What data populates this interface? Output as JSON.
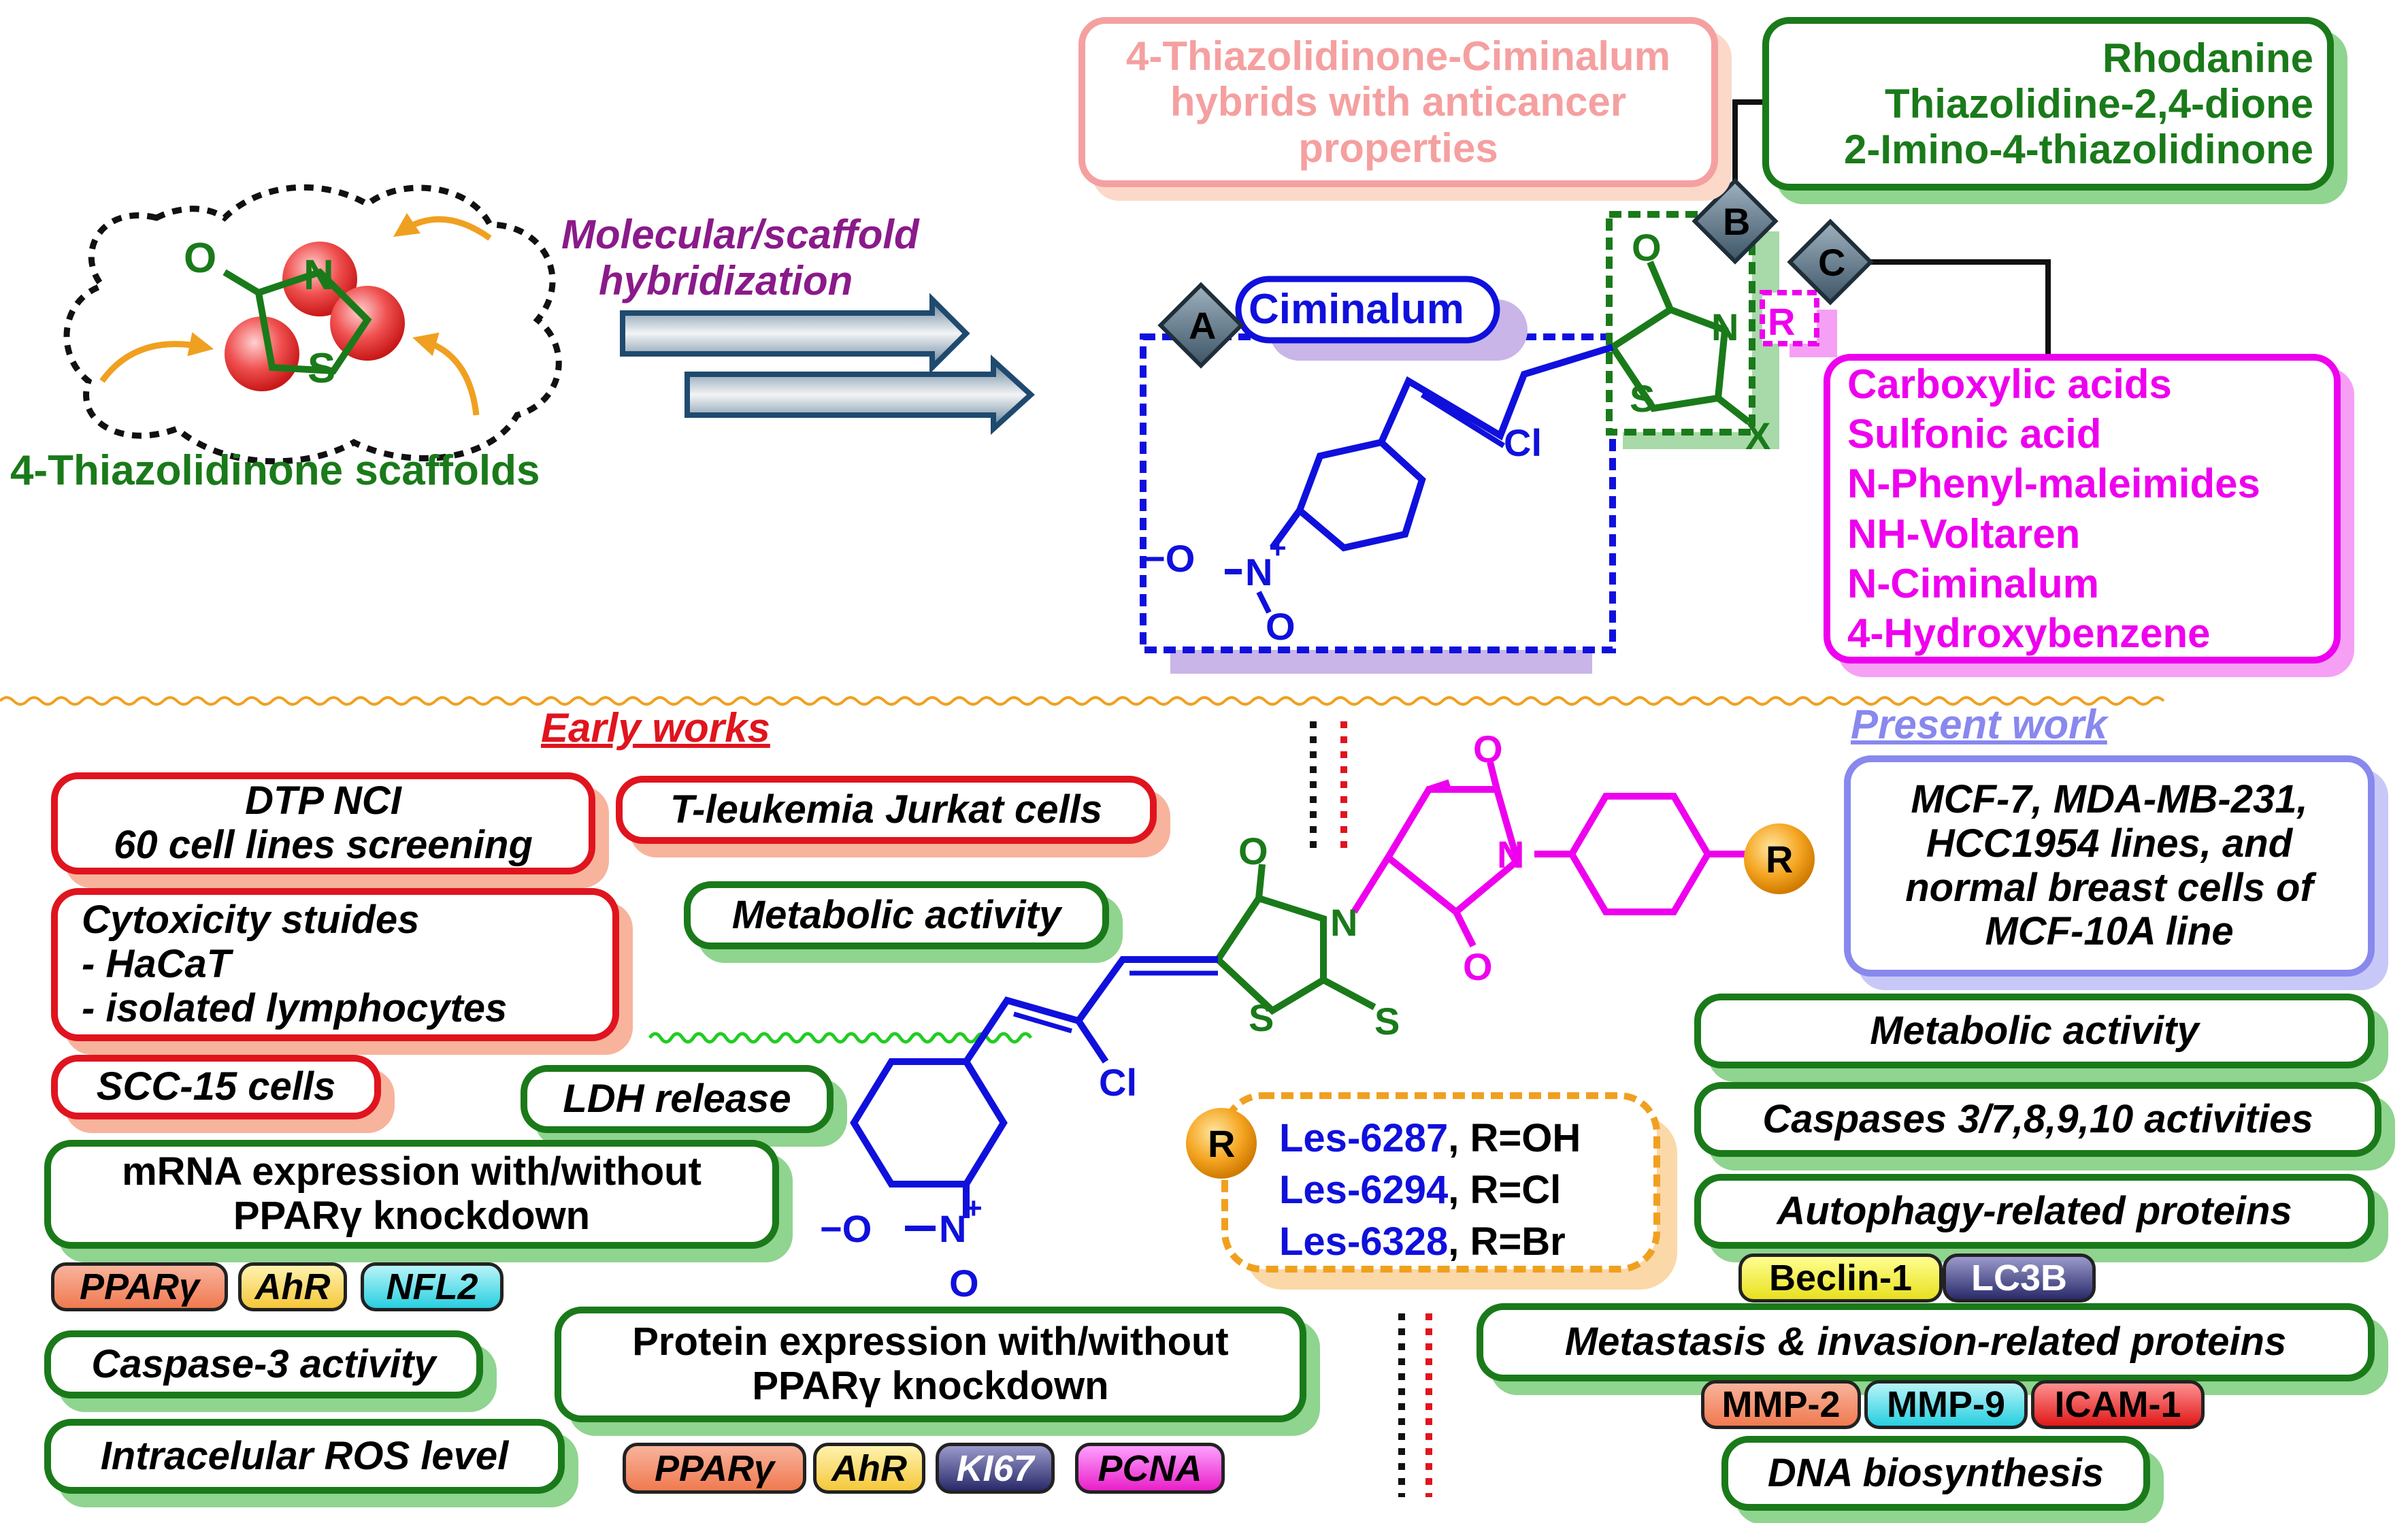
{
  "top": {
    "scaffold_label": "4-Thiazolidinone scaffolds",
    "hybridization_label": [
      "Molecular/scaffold",
      "hybridization"
    ],
    "hybrids_box": [
      "4-Thiazolidinone-Ciminalum",
      "hybrids with anticancer",
      "properties"
    ],
    "b_box": [
      "Rhodanine",
      "Thiazolidine-2,4-dione",
      "2-Imino-4-thiazolidinone"
    ],
    "c_box": [
      "Carboxylic acids",
      "Sulfonic acid",
      "N-Phenyl-maleimides",
      "NH-Voltaren",
      "N-Ciminalum",
      "4-Hydroxybenzene"
    ],
    "ciminalum_label": "Ciminalum",
    "markers": [
      "A",
      "B",
      "C"
    ],
    "r_label": "R",
    "x_label": "X"
  },
  "atoms": {
    "o": "O",
    "n": "N",
    "s": "S",
    "cl": "Cl",
    "nplus": "N",
    "plus": "+",
    "ominus": "−O"
  },
  "early": {
    "title": "Early works",
    "dtp": [
      "DTP NCI",
      "60 cell lines screening"
    ],
    "jurkat": "T-leukemia Jurkat cells",
    "cytox": [
      "Cytoxicity stuides",
      "- HaCaT",
      "- isolated lymphocytes"
    ],
    "metabolic": "Metabolic activity",
    "scc": "SCC-15 cells",
    "ldh": "LDH release",
    "mrna": [
      "mRNA expression with/without",
      "PPARγ  knockdown"
    ],
    "mrna_tags": [
      "PPARγ",
      "AhR",
      "NFL2"
    ],
    "caspase3": "Caspase-3 activity",
    "ros": "Intracelular ROS level",
    "protein": [
      "Protein expression with/without",
      "PPARγ  knockdown"
    ],
    "protein_tags": [
      "PPARγ",
      "AhR",
      "KI67",
      "PCNA"
    ]
  },
  "present": {
    "title": "Present work",
    "cells": [
      "MCF-7, MDA-MB-231,",
      "HCC1954 lines, and",
      "normal breast cells of",
      "MCF-10A line"
    ],
    "metabolic": "Metabolic activity",
    "caspases": "Caspases 3/7,8,9,10 activities",
    "autophagy": "Autophagy-related proteins",
    "autophagy_tags": [
      "Beclin-1",
      "LC3B"
    ],
    "metastasis": "Metastasis & invasion-related proteins",
    "metastasis_tags": [
      "MMP-2",
      "MMP-9",
      "ICAM-1"
    ],
    "dna": "DNA biosynthesis"
  },
  "compounds": [
    {
      "code": "Les-6287",
      "sub": ", R=OH"
    },
    {
      "code": "Les-6294",
      "sub": ", R=Cl"
    },
    {
      "code": "Les-6328",
      "sub": ", R=Br"
    }
  ],
  "colors": {
    "green": "#1a7a1a",
    "red": "#e0141e",
    "blue": "#1010dd",
    "magenta": "#ee00ee",
    "pink": "#f5a0a0",
    "purple": "#8a1a8a",
    "lavender": "#8888ee",
    "orange": "#f0a020",
    "navy": "#1f4a6e"
  }
}
